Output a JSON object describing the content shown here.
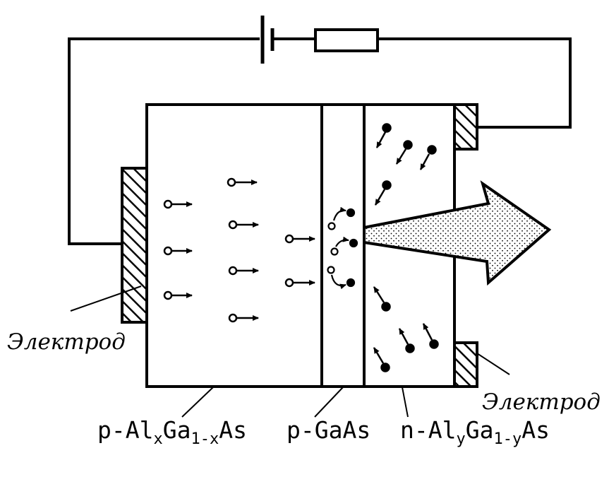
{
  "labels": {
    "electrode_left": "Электрод",
    "electrode_right": "Электрод",
    "layer_p_algaas": {
      "main": "p-Al",
      "sub1": "x",
      "mid": "Ga",
      "sub2": "1-x",
      "tail": "As"
    },
    "layer_p_gaas": "p-GaAs",
    "layer_n_algaas": {
      "main": "n-Al",
      "sub1": "y",
      "mid": "Ga",
      "sub2": "1-y",
      "tail": "As"
    }
  },
  "colors": {
    "stroke": "#000000",
    "background": "#ffffff"
  }
}
